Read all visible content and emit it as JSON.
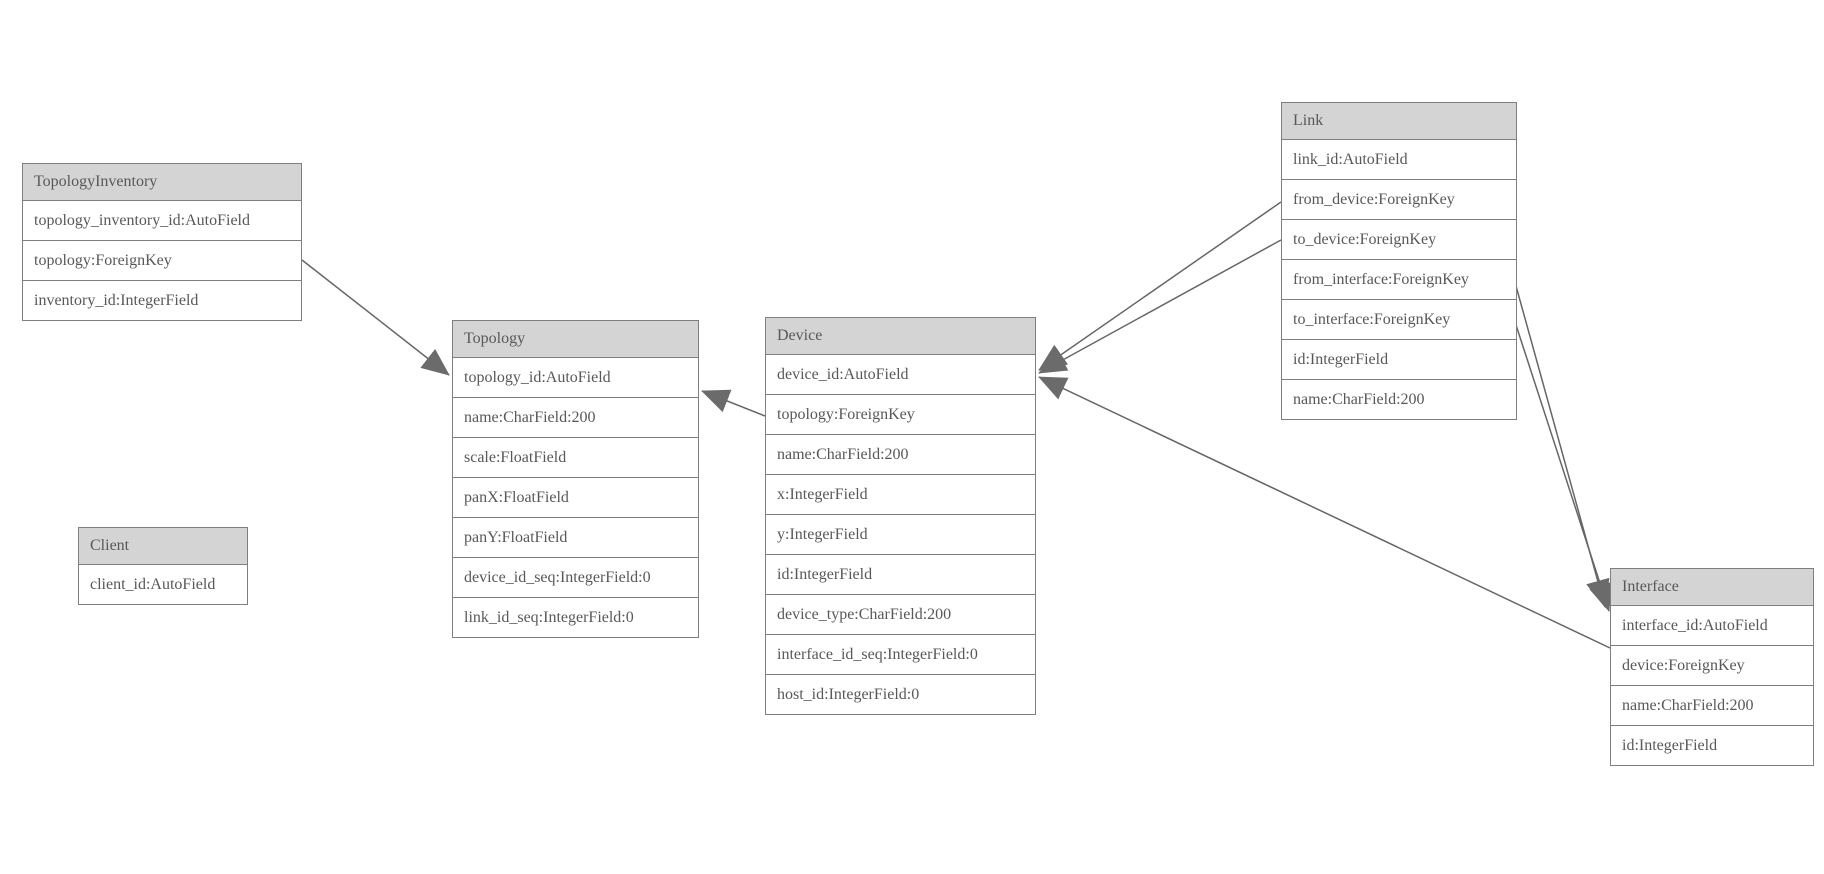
{
  "diagram_type": "database-model-diagram",
  "colors": {
    "background": "#ffffff",
    "header_fill": "#d4d4d4",
    "border": "#7f7f7f",
    "text": "#58585a",
    "line": "#666666",
    "arrowhead_fill": "#6b6b6b"
  },
  "entities": [
    {
      "name": "TopologyInventory",
      "fields": [
        "topology_inventory_id:AutoField",
        "topology:ForeignKey",
        "inventory_id:IntegerField"
      ]
    },
    {
      "name": "Topology",
      "fields": [
        "topology_id:AutoField",
        "name:CharField:200",
        "scale:FloatField",
        "panX:FloatField",
        "panY:FloatField",
        "device_id_seq:IntegerField:0",
        "link_id_seq:IntegerField:0"
      ]
    },
    {
      "name": "Client",
      "fields": [
        "client_id:AutoField"
      ]
    },
    {
      "name": "Device",
      "fields": [
        "device_id:AutoField",
        "topology:ForeignKey",
        "name:CharField:200",
        "x:IntegerField",
        "y:IntegerField",
        "id:IntegerField",
        "device_type:CharField:200",
        "interface_id_seq:IntegerField:0",
        "host_id:IntegerField:0"
      ]
    },
    {
      "name": "Link",
      "fields": [
        "link_id:AutoField",
        "from_device:ForeignKey",
        "to_device:ForeignKey",
        "from_interface:ForeignKey",
        "to_interface:ForeignKey",
        "id:IntegerField",
        "name:CharField:200"
      ]
    },
    {
      "name": "Interface",
      "fields": [
        "interface_id:AutoField",
        "device:ForeignKey",
        "name:CharField:200",
        "id:IntegerField"
      ]
    }
  ],
  "relationships": [
    {
      "from": "TopologyInventory.topology",
      "to": "Topology"
    },
    {
      "from": "Device.topology",
      "to": "Topology"
    },
    {
      "from": "Link.from_device",
      "to": "Device"
    },
    {
      "from": "Link.to_device",
      "to": "Device"
    },
    {
      "from": "Link.from_interface",
      "to": "Interface"
    },
    {
      "from": "Link.to_interface",
      "to": "Interface"
    },
    {
      "from": "Interface.device",
      "to": "Device"
    }
  ]
}
